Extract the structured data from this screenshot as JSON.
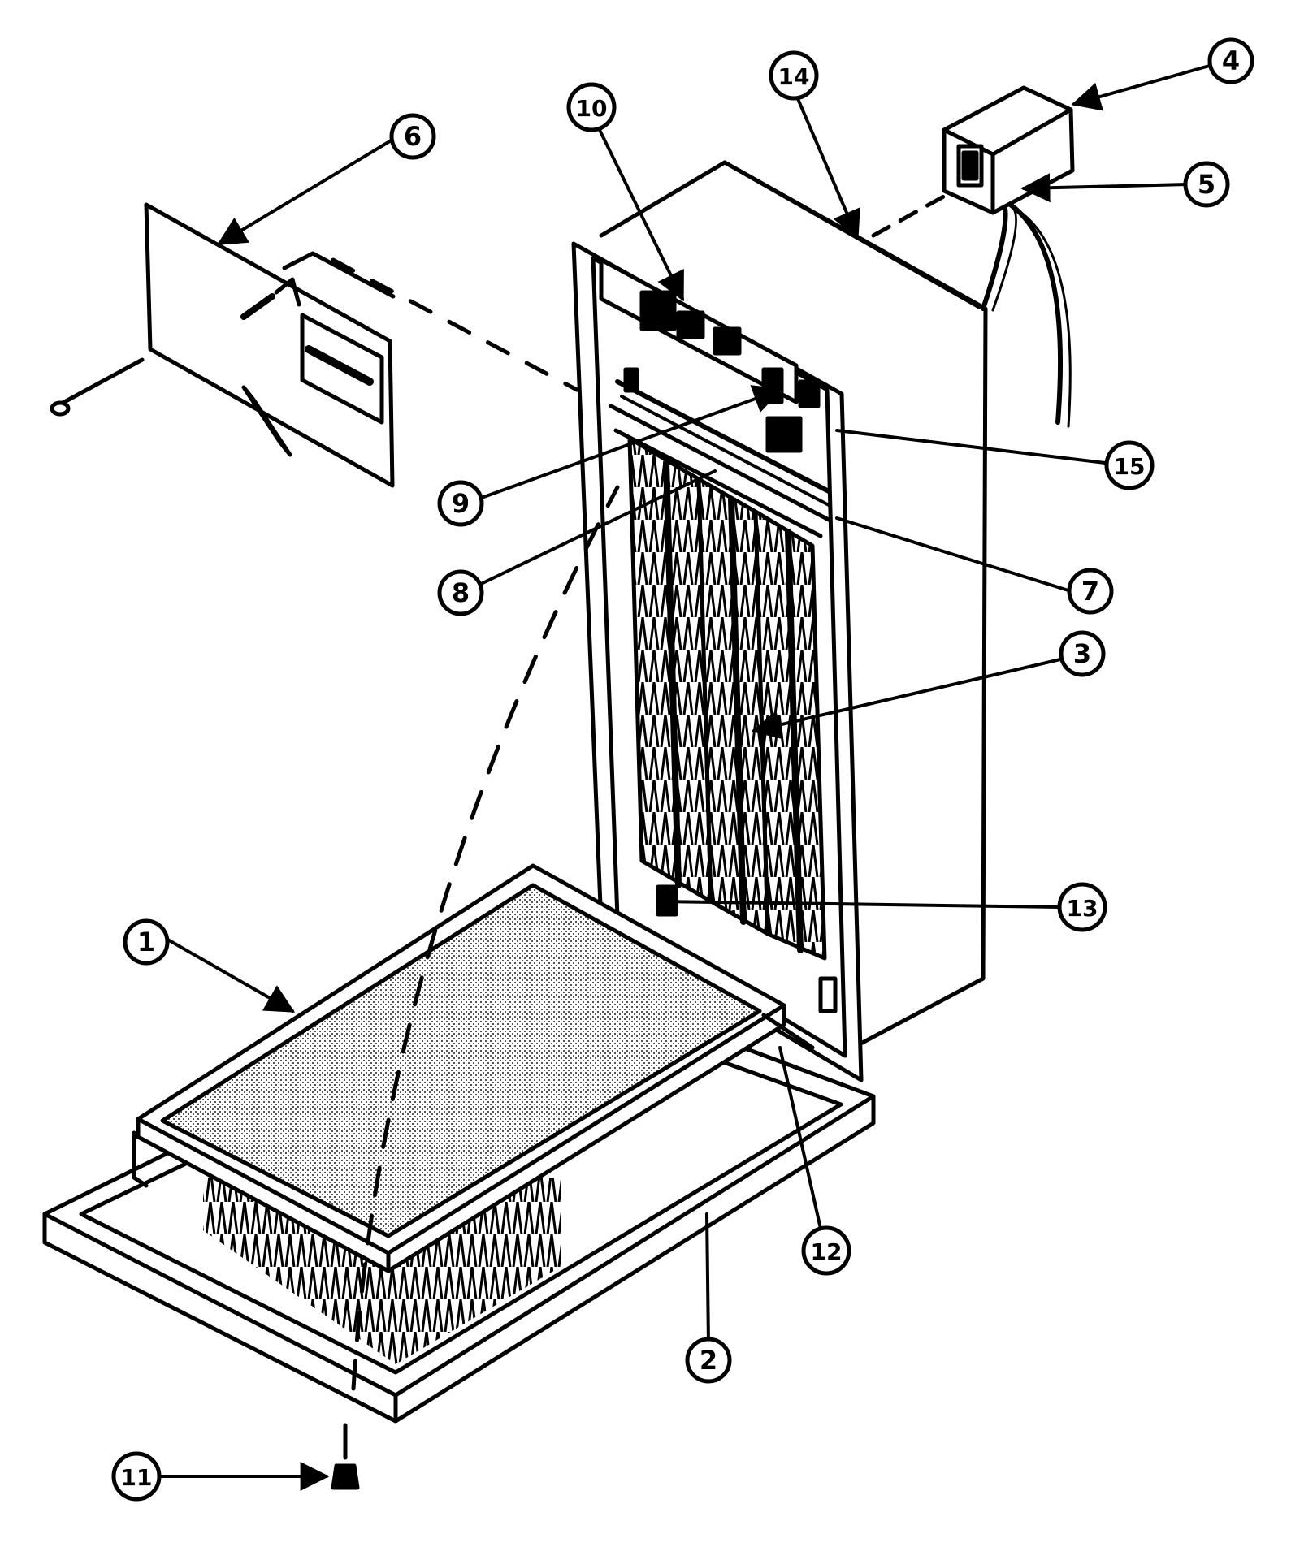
{
  "diagram": {
    "callouts": [
      {
        "id": "c1",
        "label": "1"
      },
      {
        "id": "c2",
        "label": "2"
      },
      {
        "id": "c3",
        "label": "3"
      },
      {
        "id": "c4",
        "label": "4"
      },
      {
        "id": "c5",
        "label": "5"
      },
      {
        "id": "c6",
        "label": "6"
      },
      {
        "id": "c7",
        "label": "7"
      },
      {
        "id": "c8",
        "label": "8"
      },
      {
        "id": "c9",
        "label": "9"
      },
      {
        "id": "c10",
        "label": "10"
      },
      {
        "id": "c11",
        "label": "11"
      },
      {
        "id": "c12",
        "label": "12"
      },
      {
        "id": "c13",
        "label": "13"
      },
      {
        "id": "c14",
        "label": "14"
      },
      {
        "id": "c15",
        "label": "15"
      }
    ]
  },
  "colors": {
    "line": "#000000",
    "background": "#ffffff",
    "filter_shade": "#8a8a8a"
  }
}
